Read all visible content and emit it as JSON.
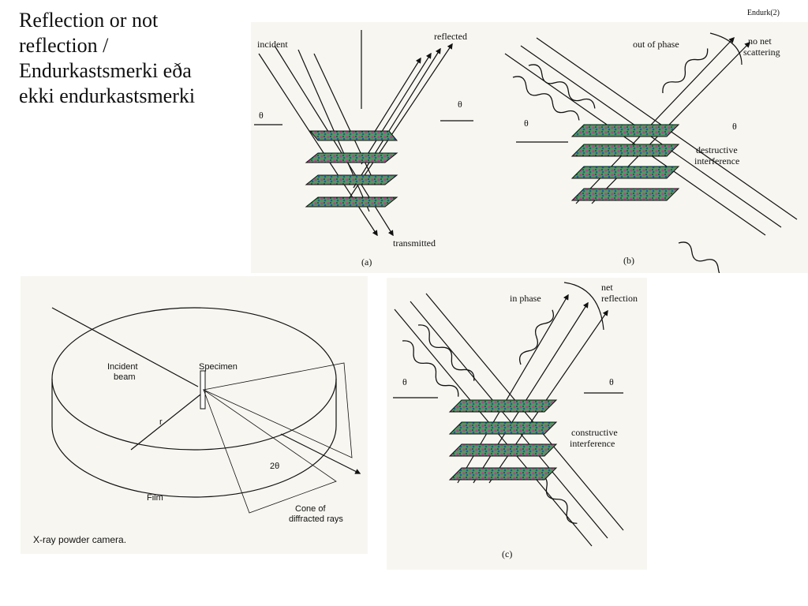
{
  "slide": {
    "title_lines": [
      "Reflection or not",
      "reflection /",
      "Endurkastsmerki eða",
      "ekki endurkastsmerki"
    ],
    "page_tag": "Endurk(2)"
  },
  "figure_a": {
    "incident": "incident",
    "reflected": "reflected",
    "transmitted": "transmitted",
    "theta": "θ",
    "caption": "(a)"
  },
  "figure_b": {
    "out_of_phase": "out of phase",
    "no_net": "no net",
    "scattering": "scattering",
    "destructive": "destructive",
    "interference": "interference",
    "theta": "θ",
    "caption": "(b)"
  },
  "figure_c": {
    "in_phase": "in phase",
    "net": "net",
    "reflection": "reflection",
    "constructive": "constructive",
    "interference": "interference",
    "theta": "θ",
    "caption": "(c)"
  },
  "camera": {
    "incident": "Incident",
    "beam": "beam",
    "specimen": "Specimen",
    "radius": "r",
    "two_theta": "2θ",
    "film": "Film",
    "cone1": "Cone of",
    "cone2": "diffracted rays",
    "caption": "X-ray powder camera."
  }
}
